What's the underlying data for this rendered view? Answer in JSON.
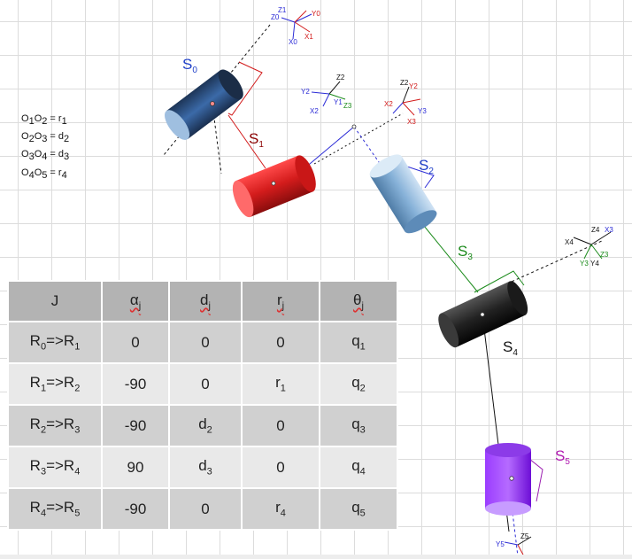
{
  "segments": [
    {
      "label": "S",
      "index": "0",
      "color": "#1f3fc8"
    },
    {
      "label": "S",
      "index": "1",
      "color": "#8b0000"
    },
    {
      "label": "S",
      "index": "2",
      "color": "#1f3fc8"
    },
    {
      "label": "S",
      "index": "3",
      "color": "#1a8a1a"
    },
    {
      "label": "S",
      "index": "4",
      "color": "#111111"
    },
    {
      "label": "S",
      "index": "5",
      "color": "#b01ab0"
    }
  ],
  "distances": [
    {
      "lhs": "O1O2",
      "rhs": "r1"
    },
    {
      "lhs": "O2O3",
      "rhs": "d2"
    },
    {
      "lhs": "O3O4",
      "rhs": "d3"
    },
    {
      "lhs": "O4O5",
      "rhs": "r4"
    }
  ],
  "frame_labels": {
    "f0": [
      "Z0",
      "Y0",
      "X0",
      "X1",
      "Z1"
    ],
    "f2": [
      "Y2",
      "Z2",
      "X2",
      "Y1",
      "Z3"
    ],
    "f3": [
      "Z2",
      "Y2",
      "X2",
      "Y3",
      "X3"
    ],
    "f4": [
      "X4",
      "Z4",
      "X3",
      "Z3",
      "Y3",
      "Y4"
    ],
    "f5": [
      "Y5",
      "Z5"
    ]
  },
  "table": {
    "headers": [
      {
        "main": "J",
        "sub": ""
      },
      {
        "main": "α",
        "sub": "j"
      },
      {
        "main": "d",
        "sub": "j"
      },
      {
        "main": "r",
        "sub": "j"
      },
      {
        "main": "θ",
        "sub": "j"
      }
    ],
    "rows": [
      [
        {
          "m": "R",
          "s": "0",
          "m2": "=>R",
          "s2": "1"
        },
        {
          "m": "0",
          "s": ""
        },
        {
          "m": "0",
          "s": ""
        },
        {
          "m": "0",
          "s": ""
        },
        {
          "m": "q",
          "s": "1"
        }
      ],
      [
        {
          "m": "R",
          "s": "1",
          "m2": "=>R",
          "s2": "2"
        },
        {
          "m": "-90",
          "s": ""
        },
        {
          "m": "0",
          "s": ""
        },
        {
          "m": "r",
          "s": "1"
        },
        {
          "m": "q",
          "s": "2"
        }
      ],
      [
        {
          "m": "R",
          "s": "2",
          "m2": "=>R",
          "s2": "3"
        },
        {
          "m": "-90",
          "s": ""
        },
        {
          "m": "d",
          "s": "2"
        },
        {
          "m": "0",
          "s": ""
        },
        {
          "m": "q",
          "s": "3"
        }
      ],
      [
        {
          "m": "R",
          "s": "3",
          "m2": "=>R",
          "s2": "4"
        },
        {
          "m": "90",
          "s": ""
        },
        {
          "m": "d",
          "s": "3"
        },
        {
          "m": "0",
          "s": ""
        },
        {
          "m": "q",
          "s": "4"
        }
      ],
      [
        {
          "m": "R",
          "s": "4",
          "m2": "=>R",
          "s2": "5"
        },
        {
          "m": "-90",
          "s": ""
        },
        {
          "m": "0",
          "s": ""
        },
        {
          "m": "r",
          "s": "4"
        },
        {
          "m": "q",
          "s": "5"
        }
      ]
    ]
  }
}
